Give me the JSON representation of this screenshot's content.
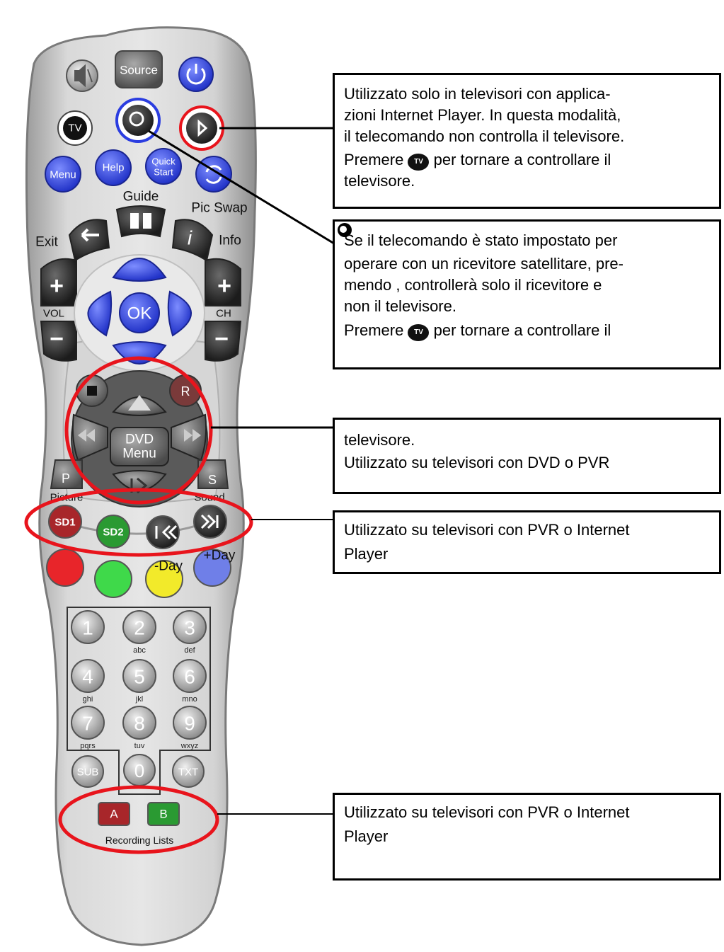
{
  "remote": {
    "source_label": "Source",
    "tv_label": "TV",
    "menu_label": "Menu",
    "help_label": "Help",
    "quick_start_label_1": "Quick",
    "quick_start_label_2": "Start",
    "guide_label": "Guide",
    "pic_swap_label": "Pic Swap",
    "exit_label": "Exit",
    "info_label": "Info",
    "vol_label": "VOL",
    "ch_label": "CH",
    "ok_label": "OK",
    "plus_symbol": "+",
    "minus_symbol": "−",
    "rec_label": "R",
    "dvd_menu_label_1": "DVD",
    "dvd_menu_label_2": "Menu",
    "p_label": "P",
    "s_label": "S",
    "picture_label": "Picture",
    "sound_label": "Sound",
    "sd1_label": "SD1",
    "sd2_label": "SD2",
    "minus_day_label": "-Day",
    "plus_day_label": "+Day",
    "keys": [
      {
        "digit": "1",
        "letters": ""
      },
      {
        "digit": "2",
        "letters": "abc"
      },
      {
        "digit": "3",
        "letters": "def"
      },
      {
        "digit": "4",
        "letters": "ghi"
      },
      {
        "digit": "5",
        "letters": "jkl"
      },
      {
        "digit": "6",
        "letters": "mno"
      },
      {
        "digit": "7",
        "letters": "pqrs"
      },
      {
        "digit": "8",
        "letters": "tuv"
      },
      {
        "digit": "9",
        "letters": "wxyz"
      }
    ],
    "sub_label": "SUB",
    "zero_label": "0",
    "txt_label": "TXT",
    "a_label": "A",
    "b_label": "B",
    "recording_lists_label": "Recording Lists"
  },
  "colors": {
    "body": "#c8c8c8",
    "body_edge": "#8a8a8a",
    "blue": "#3a4fe0",
    "red_callout": "#e8141c",
    "red_key": "#e8252a",
    "green_key": "#3fd94a",
    "yellow_key": "#f2ea2a",
    "blue_key": "#6f7fe8"
  },
  "callouts": {
    "box1": {
      "line1": "Utilizzato solo in televisori con applica-",
      "line2": "zioni Internet Player. In questa modalità,",
      "line3": "il telecomando non controlla il televisore.",
      "line4_before": "Premere",
      "line4_icon": "TV",
      "line4_after": "per tornare a controllare il",
      "line5": "televisore."
    },
    "box2": {
      "line1": "Se il telecomando è stato impostato per",
      "line2": "operare con un ricevitore satellitare, pre-",
      "line3_before": "mendo",
      "line3_after": ", controllerà solo il ricevitore e",
      "line4": "non il televisore.",
      "line5_before": "Premere",
      "line5_icon": "TV",
      "line5_after": "per tornare a controllare il"
    },
    "box3": {
      "line1": "televisore.",
      "line2": "Utilizzato su televisori con DVD o PVR"
    },
    "box4": {
      "line1": "Utilizzato su televisori con PVR o Internet",
      "line2": "Player"
    },
    "box5": {
      "line1": "Utilizzato su televisori con PVR o Internet",
      "line2": "Player"
    }
  }
}
